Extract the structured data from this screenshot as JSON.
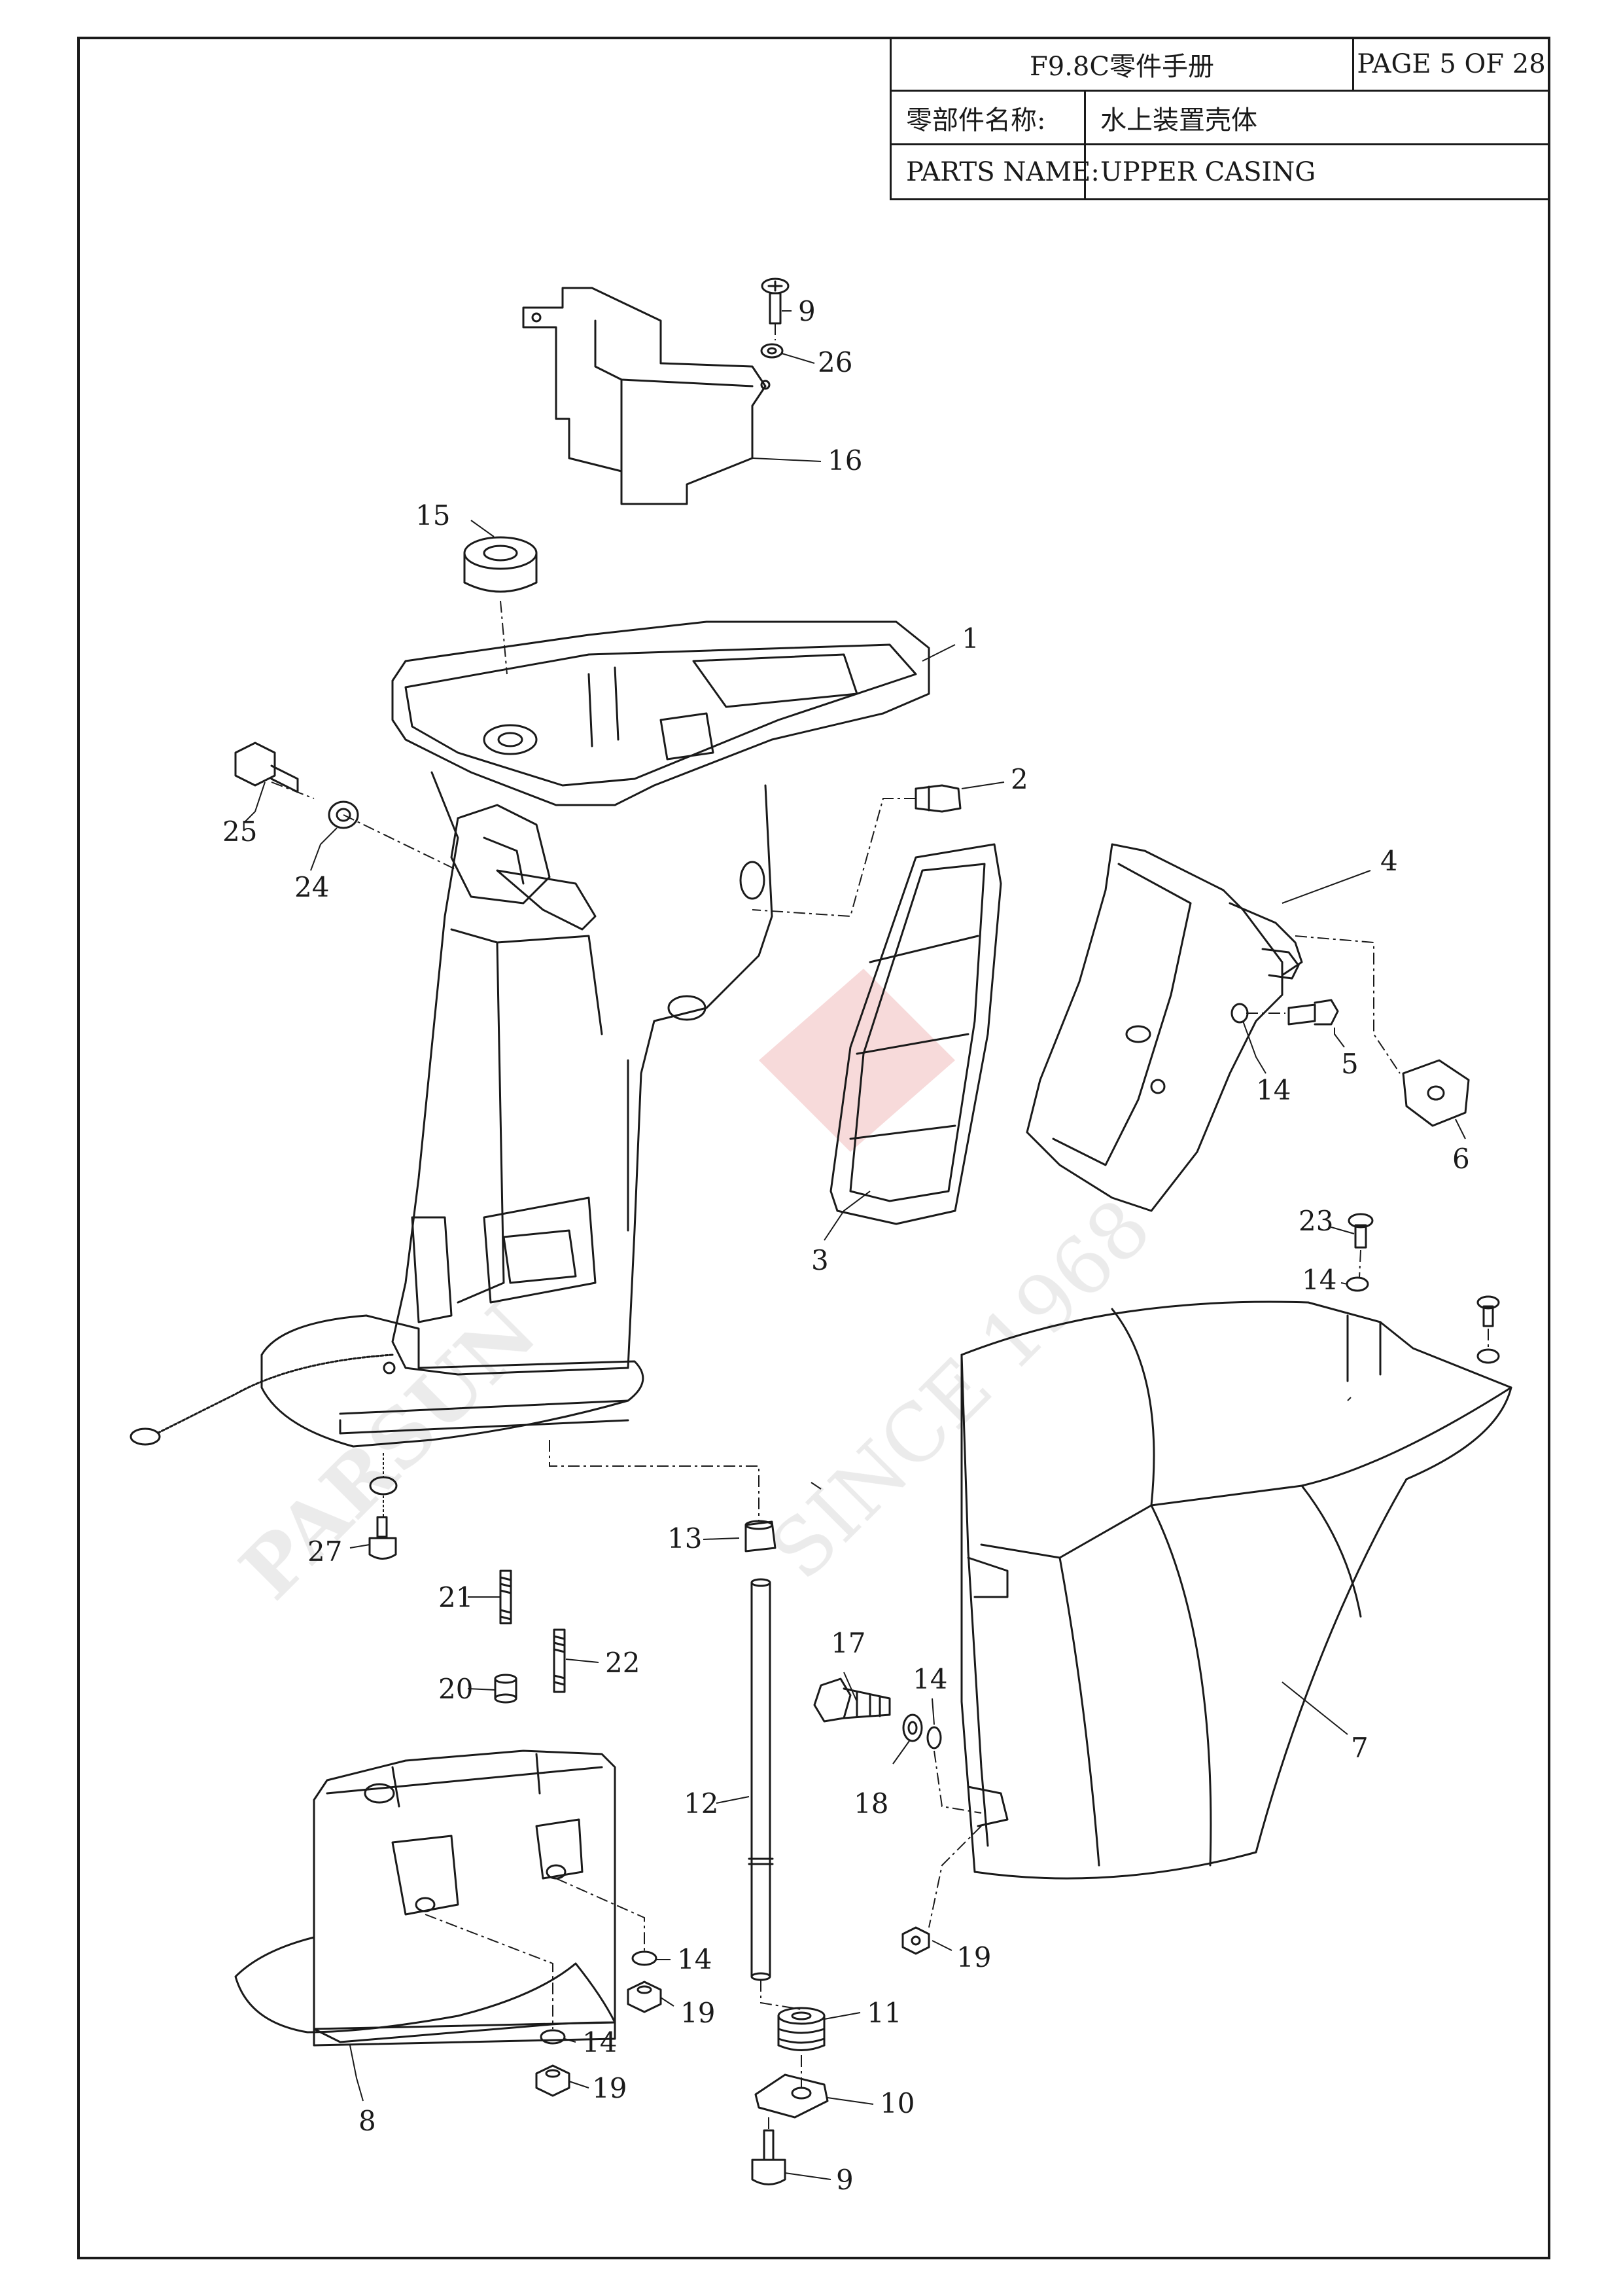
{
  "header": {
    "manual_title": "F9.8C零件手册",
    "page_label": "PAGE 5 OF 28",
    "name_cn_label": "零部件名称:",
    "name_cn_value": "水上装置壳体",
    "name_en_label": "PARTS NAME:",
    "name_en_value": "UPPER CASING"
  },
  "watermark": {
    "brand": "PARSUN",
    "text": "SINCE 1968",
    "accent_color": "#f6d6d6"
  },
  "line_color": "#1a1a1a",
  "callouts": {
    "c1": "1",
    "c2": "2",
    "c3": "3",
    "c4": "4",
    "c5": "5",
    "c6": "6",
    "c7": "7",
    "c8": "8",
    "c9a": "9",
    "c9b": "9",
    "c10": "10",
    "c11": "11",
    "c12": "12",
    "c13": "13",
    "c14a": "14",
    "c14b": "14",
    "c14c": "14",
    "c14d": "14",
    "c14e": "14",
    "c15": "15",
    "c16": "16",
    "c17": "17",
    "c18": "18",
    "c19a": "19",
    "c19b": "19",
    "c19c": "19",
    "c20": "20",
    "c21": "21",
    "c22": "22",
    "c23": "23",
    "c24": "24",
    "c25": "25",
    "c26": "26",
    "c27": "27"
  }
}
